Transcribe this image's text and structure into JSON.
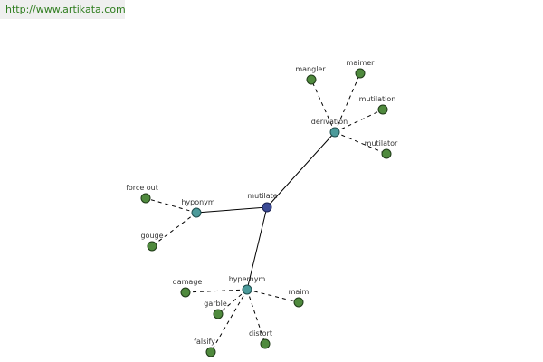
{
  "header": {
    "url_text": "http://www.artikata.com"
  },
  "colors": {
    "leaf": "#4f8a3d",
    "relation": "#4b9a9a",
    "center": "#3b4a95",
    "url": "#2f7d1f"
  },
  "graph": {
    "nodes": [
      {
        "id": "mutilate",
        "label": "mutilate",
        "kind": "center"
      },
      {
        "id": "derivation",
        "label": "derivation",
        "kind": "relation"
      },
      {
        "id": "hyponym",
        "label": "hyponym",
        "kind": "relation"
      },
      {
        "id": "hypernym",
        "label": "hypernym",
        "kind": "relation"
      },
      {
        "id": "mangler",
        "label": "mangler",
        "kind": "leaf"
      },
      {
        "id": "maimer",
        "label": "maimer",
        "kind": "leaf"
      },
      {
        "id": "mutilation",
        "label": "mutilation",
        "kind": "leaf"
      },
      {
        "id": "mutilator",
        "label": "mutilator",
        "kind": "leaf"
      },
      {
        "id": "force-out",
        "label": "force out",
        "kind": "leaf"
      },
      {
        "id": "gouge",
        "label": "gouge",
        "kind": "leaf"
      },
      {
        "id": "damage",
        "label": "damage",
        "kind": "leaf"
      },
      {
        "id": "garble",
        "label": "garble",
        "kind": "leaf"
      },
      {
        "id": "maim",
        "label": "maim",
        "kind": "leaf"
      },
      {
        "id": "distort",
        "label": "distort",
        "kind": "leaf"
      },
      {
        "id": "falsify",
        "label": "falsify",
        "kind": "leaf"
      }
    ],
    "edges": [
      {
        "from": "mutilate",
        "to": "derivation",
        "style": "solid"
      },
      {
        "from": "mutilate",
        "to": "hyponym",
        "style": "solid"
      },
      {
        "from": "mutilate",
        "to": "hypernym",
        "style": "solid"
      },
      {
        "from": "derivation",
        "to": "mangler",
        "style": "dashed"
      },
      {
        "from": "derivation",
        "to": "maimer",
        "style": "dashed"
      },
      {
        "from": "derivation",
        "to": "mutilation",
        "style": "dashed"
      },
      {
        "from": "derivation",
        "to": "mutilator",
        "style": "dashed"
      },
      {
        "from": "hyponym",
        "to": "force-out",
        "style": "dashed"
      },
      {
        "from": "hyponym",
        "to": "gouge",
        "style": "dashed"
      },
      {
        "from": "hypernym",
        "to": "damage",
        "style": "dashed"
      },
      {
        "from": "hypernym",
        "to": "garble",
        "style": "dashed"
      },
      {
        "from": "hypernym",
        "to": "maim",
        "style": "dashed"
      },
      {
        "from": "hypernym",
        "to": "distort",
        "style": "dashed"
      },
      {
        "from": "hypernym",
        "to": "falsify",
        "style": "dashed"
      }
    ]
  }
}
